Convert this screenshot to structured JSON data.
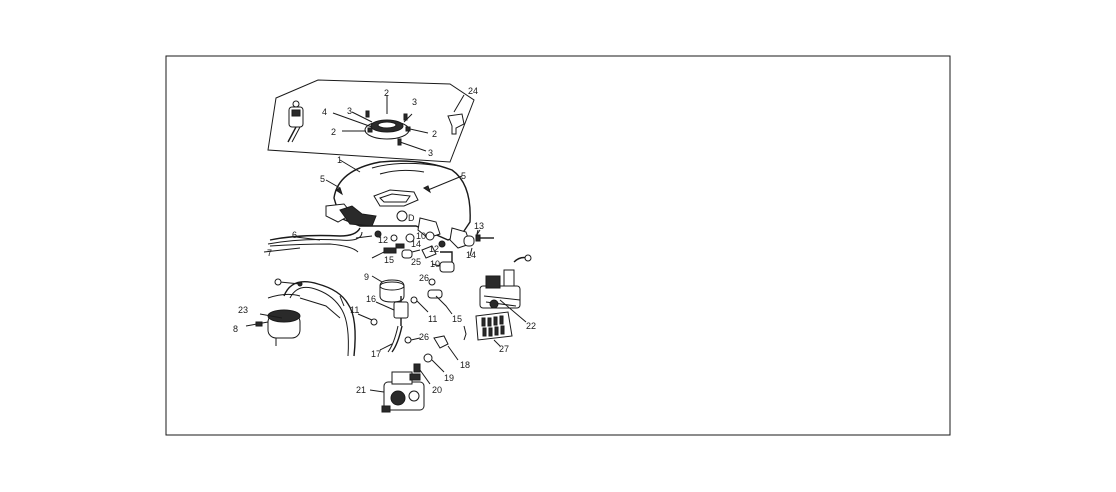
{
  "diagram": {
    "labels": [
      {
        "id": "p1",
        "text": "1"
      },
      {
        "id": "p2a",
        "text": "2"
      },
      {
        "id": "p2b",
        "text": "2"
      },
      {
        "id": "p2c",
        "text": "2"
      },
      {
        "id": "p3a",
        "text": "3"
      },
      {
        "id": "p3b",
        "text": "3"
      },
      {
        "id": "p3c",
        "text": "3"
      },
      {
        "id": "p4",
        "text": "4"
      },
      {
        "id": "p5a",
        "text": "5"
      },
      {
        "id": "p5b",
        "text": "5"
      },
      {
        "id": "p6",
        "text": "6"
      },
      {
        "id": "p7",
        "text": "7"
      },
      {
        "id": "p8",
        "text": "8"
      },
      {
        "id": "p9",
        "text": "9"
      },
      {
        "id": "p10a",
        "text": "10"
      },
      {
        "id": "p10b",
        "text": "10"
      },
      {
        "id": "p11a",
        "text": "11"
      },
      {
        "id": "p11b",
        "text": "11"
      },
      {
        "id": "p12a",
        "text": "12"
      },
      {
        "id": "p12b",
        "text": "12"
      },
      {
        "id": "p13",
        "text": "13"
      },
      {
        "id": "p14a",
        "text": "14"
      },
      {
        "id": "p14b",
        "text": "14"
      },
      {
        "id": "p15a",
        "text": "15"
      },
      {
        "id": "p15b",
        "text": "15"
      },
      {
        "id": "p16",
        "text": "16"
      },
      {
        "id": "p17",
        "text": "17"
      },
      {
        "id": "p18",
        "text": "18"
      },
      {
        "id": "p19",
        "text": "19"
      },
      {
        "id": "p20",
        "text": "20"
      },
      {
        "id": "p21",
        "text": "21"
      },
      {
        "id": "p22",
        "text": "22"
      },
      {
        "id": "p23",
        "text": "23"
      },
      {
        "id": "p24",
        "text": "24"
      },
      {
        "id": "p25",
        "text": "25"
      },
      {
        "id": "p26a",
        "text": "26"
      },
      {
        "id": "p26b",
        "text": "26"
      },
      {
        "id": "p27",
        "text": "27"
      },
      {
        "id": "pD",
        "text": "D"
      }
    ]
  }
}
